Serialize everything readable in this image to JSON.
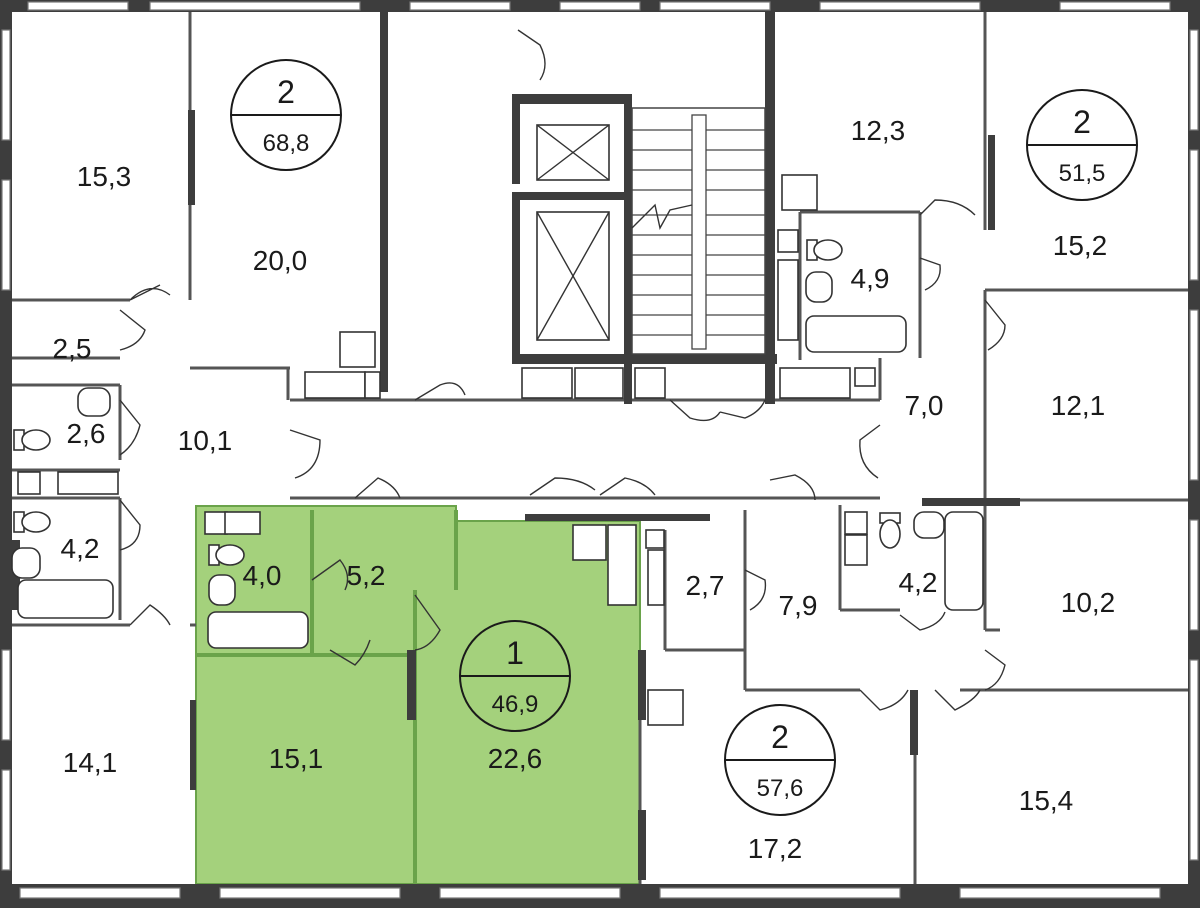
{
  "colors": {
    "highlight_fill": "#a4d17c",
    "highlight_border": "#6aa34a",
    "wall": "#3d3d3d",
    "background": "#ffffff"
  },
  "apartments": [
    {
      "rooms": "2",
      "total_area": "68,8"
    },
    {
      "rooms": "2",
      "total_area": "51,5"
    },
    {
      "rooms": "1",
      "total_area": "46,9",
      "highlighted": true
    },
    {
      "rooms": "2",
      "total_area": "57,6"
    }
  ],
  "rooms": [
    {
      "label": "15,3"
    },
    {
      "label": "20,0"
    },
    {
      "label": "12,3"
    },
    {
      "label": "15,2"
    },
    {
      "label": "4,9"
    },
    {
      "label": "2,5"
    },
    {
      "label": "2,6"
    },
    {
      "label": "10,1"
    },
    {
      "label": "7,0"
    },
    {
      "label": "12,1"
    },
    {
      "label": "4,2"
    },
    {
      "label": "4,0"
    },
    {
      "label": "5,2"
    },
    {
      "label": "2,7"
    },
    {
      "label": "7,9"
    },
    {
      "label": "4,2"
    },
    {
      "label": "10,2"
    },
    {
      "label": "14,1"
    },
    {
      "label": "15,1"
    },
    {
      "label": "22,6"
    },
    {
      "label": "17,2"
    },
    {
      "label": "15,4"
    }
  ]
}
